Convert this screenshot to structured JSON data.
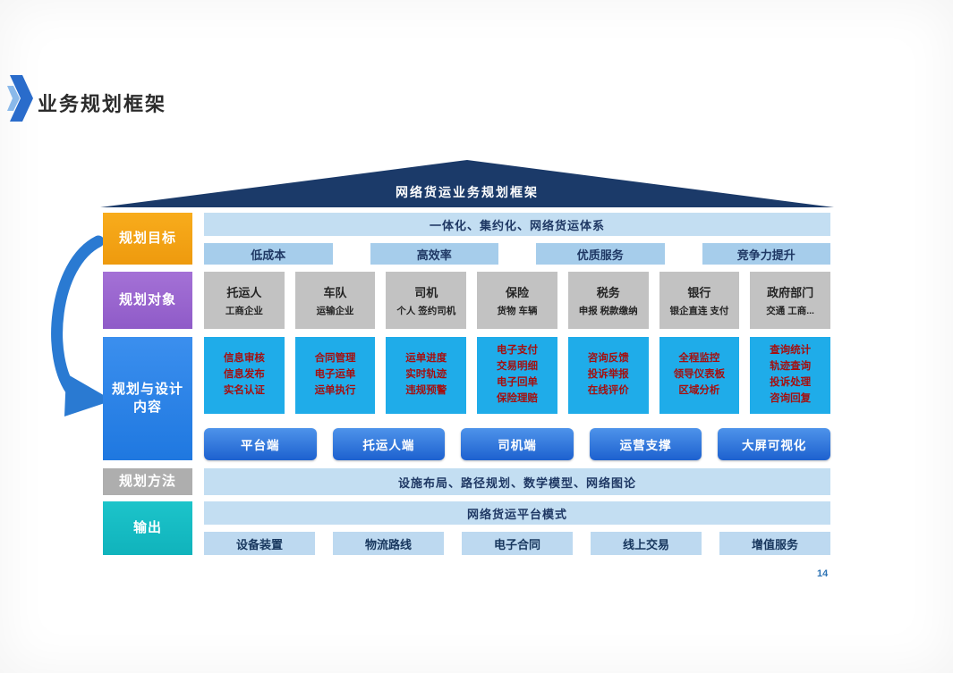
{
  "page": {
    "title": "业务规划框架",
    "page_number": "14"
  },
  "roof": {
    "label": "网络货运业务规划框架"
  },
  "rows": {
    "goals": {
      "label": "规划目标",
      "banner": "一体化、集约化、网络货运体系",
      "items": [
        "低成本",
        "高效率",
        "优质服务",
        "竞争力提升"
      ]
    },
    "objects": {
      "label": "规划对象",
      "items": [
        {
          "title": "托运人",
          "sub": "工商企业"
        },
        {
          "title": "车队",
          "sub": "运输企业"
        },
        {
          "title": "司机",
          "sub": "个人 签约司机"
        },
        {
          "title": "保险",
          "sub": "货物 车辆"
        },
        {
          "title": "税务",
          "sub": "申报 税款缴纳"
        },
        {
          "title": "银行",
          "sub": "银企直连 支付"
        },
        {
          "title": "政府部门",
          "sub": "交通 工商..."
        }
      ]
    },
    "design": {
      "label": "规划与设计内容",
      "label_lines": [
        "规划与设计",
        "内容"
      ],
      "feature_boxes": [
        [
          "信息审核",
          "信息发布",
          "实名认证"
        ],
        [
          "合同管理",
          "电子运单",
          "运单执行"
        ],
        [
          "运单进度",
          "实时轨迹",
          "违规预警"
        ],
        [
          "电子支付",
          "交易明细",
          "电子回单",
          "保险理赔"
        ],
        [
          "咨询反馈",
          "投诉举报",
          "在线评价"
        ],
        [
          "全程监控",
          "领导仪表板",
          "区域分析"
        ],
        [
          "查询统计",
          "轨迹查询",
          "投诉处理",
          "咨询回复"
        ]
      ],
      "terminals": [
        "平台端",
        "托运人端",
        "司机端",
        "运营支撑",
        "大屏可视化"
      ]
    },
    "methods": {
      "label": "规划方法",
      "banner": "设施布局、路径规划、数学模型、网络图论"
    },
    "output": {
      "label": "输出",
      "banner": "网络货运平台模式",
      "items": [
        "设备装置",
        "物流路线",
        "电子合同",
        "线上交易",
        "增值服务"
      ]
    }
  },
  "icons": {
    "title_chevron": "double-chevron-right",
    "flow_arrow": "curved-arrow-down-right"
  },
  "colors": {
    "roof_navy": "#1b3a69",
    "goals_label_orange": "#f3a318",
    "objects_label_purple": "#9a66cf",
    "design_label_blue": "#2b85e8",
    "methods_label_gray": "#aeaeae",
    "output_label_teal": "#15bac2",
    "banner_light_blue": "#c3def2",
    "item_blue": "#a6cdeb",
    "gray_box": "#c2c2c2",
    "cyan_box": "#1face9",
    "feature_text_red": "#a50f0f",
    "terminal_button_blue": "#2a73dc",
    "page_number_blue": "#2e74b5"
  }
}
